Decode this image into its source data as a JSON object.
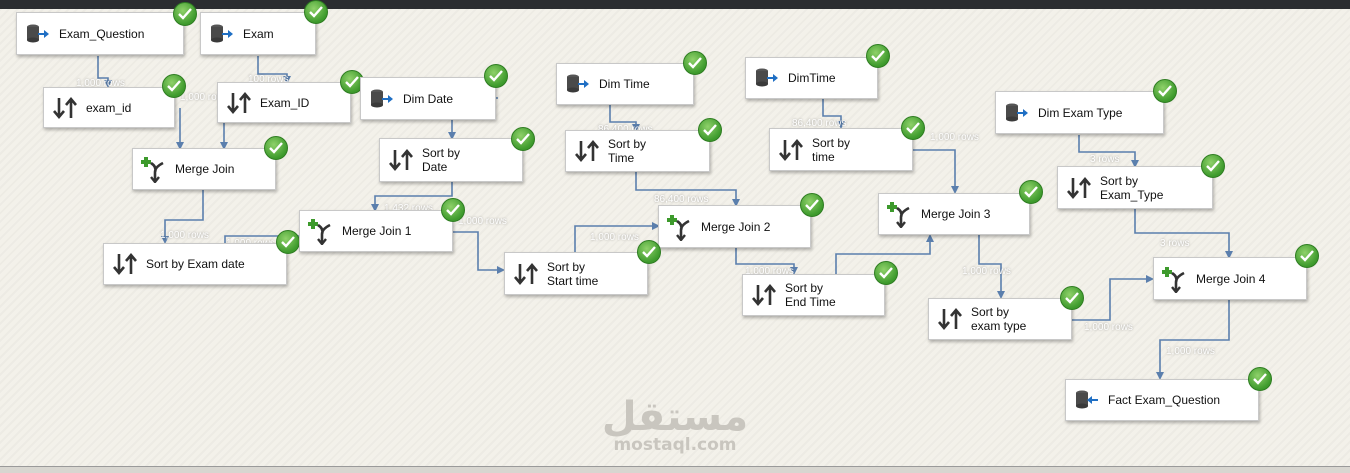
{
  "canvas": {
    "title": "Data Flow"
  },
  "nodes": {
    "exam_question_src": {
      "label": "Exam_Question",
      "icon": "source-icon"
    },
    "exam_src": {
      "label": "Exam",
      "icon": "source-icon"
    },
    "sort_exam_id": {
      "label": "exam_id",
      "icon": "sort-icon"
    },
    "sort_exam_ID": {
      "label": "Exam_ID",
      "icon": "sort-icon"
    },
    "dim_date_src": {
      "label": "Dim Date",
      "icon": "source-icon"
    },
    "merge_join": {
      "label": "Merge Join",
      "icon": "merge-join-icon"
    },
    "sort_by_date": {
      "label": "Sort by\nDate",
      "icon": "sort-icon"
    },
    "sort_by_exam_date": {
      "label": "Sort by Exam date",
      "icon": "sort-icon"
    },
    "merge_join_1": {
      "label": "Merge Join 1",
      "icon": "merge-join-icon"
    },
    "dim_time_src": {
      "label": "Dim Time",
      "icon": "source-icon"
    },
    "sort_by_time": {
      "label": "Sort by\nTime",
      "icon": "sort-icon"
    },
    "merge_join_2": {
      "label": "Merge Join 2",
      "icon": "merge-join-icon"
    },
    "sort_by_start_time": {
      "label": "Sort by\nStart time",
      "icon": "sort-icon"
    },
    "dimtime_src": {
      "label": "DimTime",
      "icon": "source-icon"
    },
    "sort_by_time_2": {
      "label": "Sort by\ntime",
      "icon": "sort-icon"
    },
    "sort_by_end_time": {
      "label": "Sort by\nEnd Time",
      "icon": "sort-icon"
    },
    "merge_join_3": {
      "label": "Merge Join 3",
      "icon": "merge-join-icon"
    },
    "dim_exam_type_src": {
      "label": "Dim Exam Type",
      "icon": "source-icon"
    },
    "sort_by_exam_type_upper": {
      "label": "Sort by\nExam_Type",
      "icon": "sort-icon"
    },
    "sort_by_exam_type_lower": {
      "label": "Sort by\nexam type",
      "icon": "sort-icon"
    },
    "merge_join_4": {
      "label": "Merge Join 4",
      "icon": "merge-join-icon"
    },
    "fact_exam_question": {
      "label": "Fact Exam_Question",
      "icon": "destination-icon"
    }
  },
  "row_labels": {
    "r1": "1,000 rows",
    "r2": "100 rows",
    "r3": "1,000 rows",
    "r4": "1,000 rows",
    "r5": "1,000 rows",
    "r6": "1,432 rows",
    "r7": "1,000 rows",
    "r8": "86,400 rows",
    "r9": "86,400 rows",
    "r10": "1,000 rows",
    "r11": "86,400 rows",
    "r12": "1,000 rows",
    "r13": "3 rows",
    "r14": "3 rows",
    "r15": "1,000 rows",
    "r16": "1,000 rows",
    "r17": "1,000 rows",
    "r18": "1,000 rows"
  },
  "watermark": {
    "arabic": "مستقل",
    "latin": "mostaql.com"
  },
  "colors": {
    "wire": "#5b7fad",
    "success": "#3d9a2c",
    "node_border": "#c8c8c8"
  }
}
